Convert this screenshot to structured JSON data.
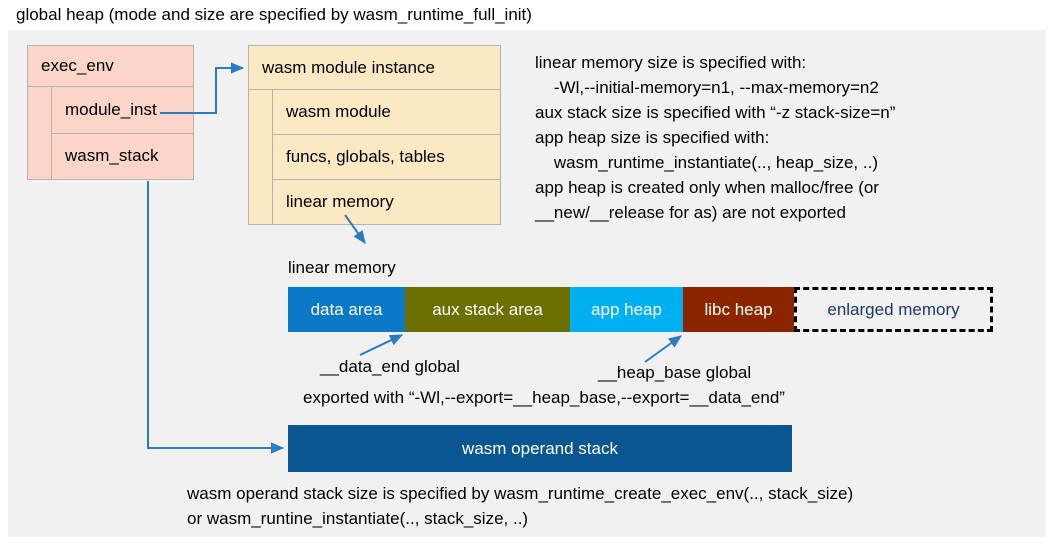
{
  "title": "global heap (mode and size are specified by wasm_runtime_full_init)",
  "colors": {
    "panel_bg": "#f1f1f1",
    "exec_env_fill": "#fad5c8",
    "module_instance_fill": "#fce8c3",
    "connector": "#2b7cc3",
    "data_area": "#0c79c8",
    "aux_stack_area": "#6b7000",
    "app_heap": "#00b0f0",
    "libc_heap": "#8b2500",
    "enlarged_memory_text": "#1f3864",
    "operand_stack": "#0a5690"
  },
  "exec_env": {
    "header": "exec_env",
    "rows": [
      {
        "label": "module_inst"
      },
      {
        "label": "wasm_stack"
      }
    ]
  },
  "module_instance": {
    "header": "wasm module instance",
    "rows": [
      {
        "label": "wasm module"
      },
      {
        "label": "funcs, globals, tables"
      },
      {
        "label": "linear memory"
      }
    ]
  },
  "note_right": "linear memory size is specified with:\n    -Wl,--initial-memory=n1, --max-memory=n2\naux stack size is specified with “-z stack-size=n”\napp heap size is specified with:\n    wasm_runtime_instantiate(.., heap_size, ..)\napp heap is created only when malloc/free (or\n__new/__release for as) are not exported",
  "linear_memory": {
    "label": "linear memory",
    "segments": [
      {
        "label": "data area",
        "color": "#0c79c8",
        "width": 117
      },
      {
        "label": "aux stack area",
        "color": "#6b7000",
        "width": 165
      },
      {
        "label": "app heap",
        "color": "#00b0f0",
        "width": 113
      },
      {
        "label": "libc heap",
        "color": "#8b2500",
        "width": 111
      },
      {
        "label": "enlarged memory",
        "color": "#f1f1f1",
        "width": 199,
        "style": "dashed"
      }
    ]
  },
  "annotations": {
    "data_end": "__data_end global",
    "heap_base": "__heap_base global",
    "exported": "exported with “-Wl,--export=__heap_base,--export=__data_end”"
  },
  "operand_stack": {
    "label": "wasm operand stack"
  },
  "note_bottom": "wasm operand stack size is specified by wasm_runtime_create_exec_env(.., stack_size)\nor wasm_runtine_instantiate(.., stack_size, ..)"
}
